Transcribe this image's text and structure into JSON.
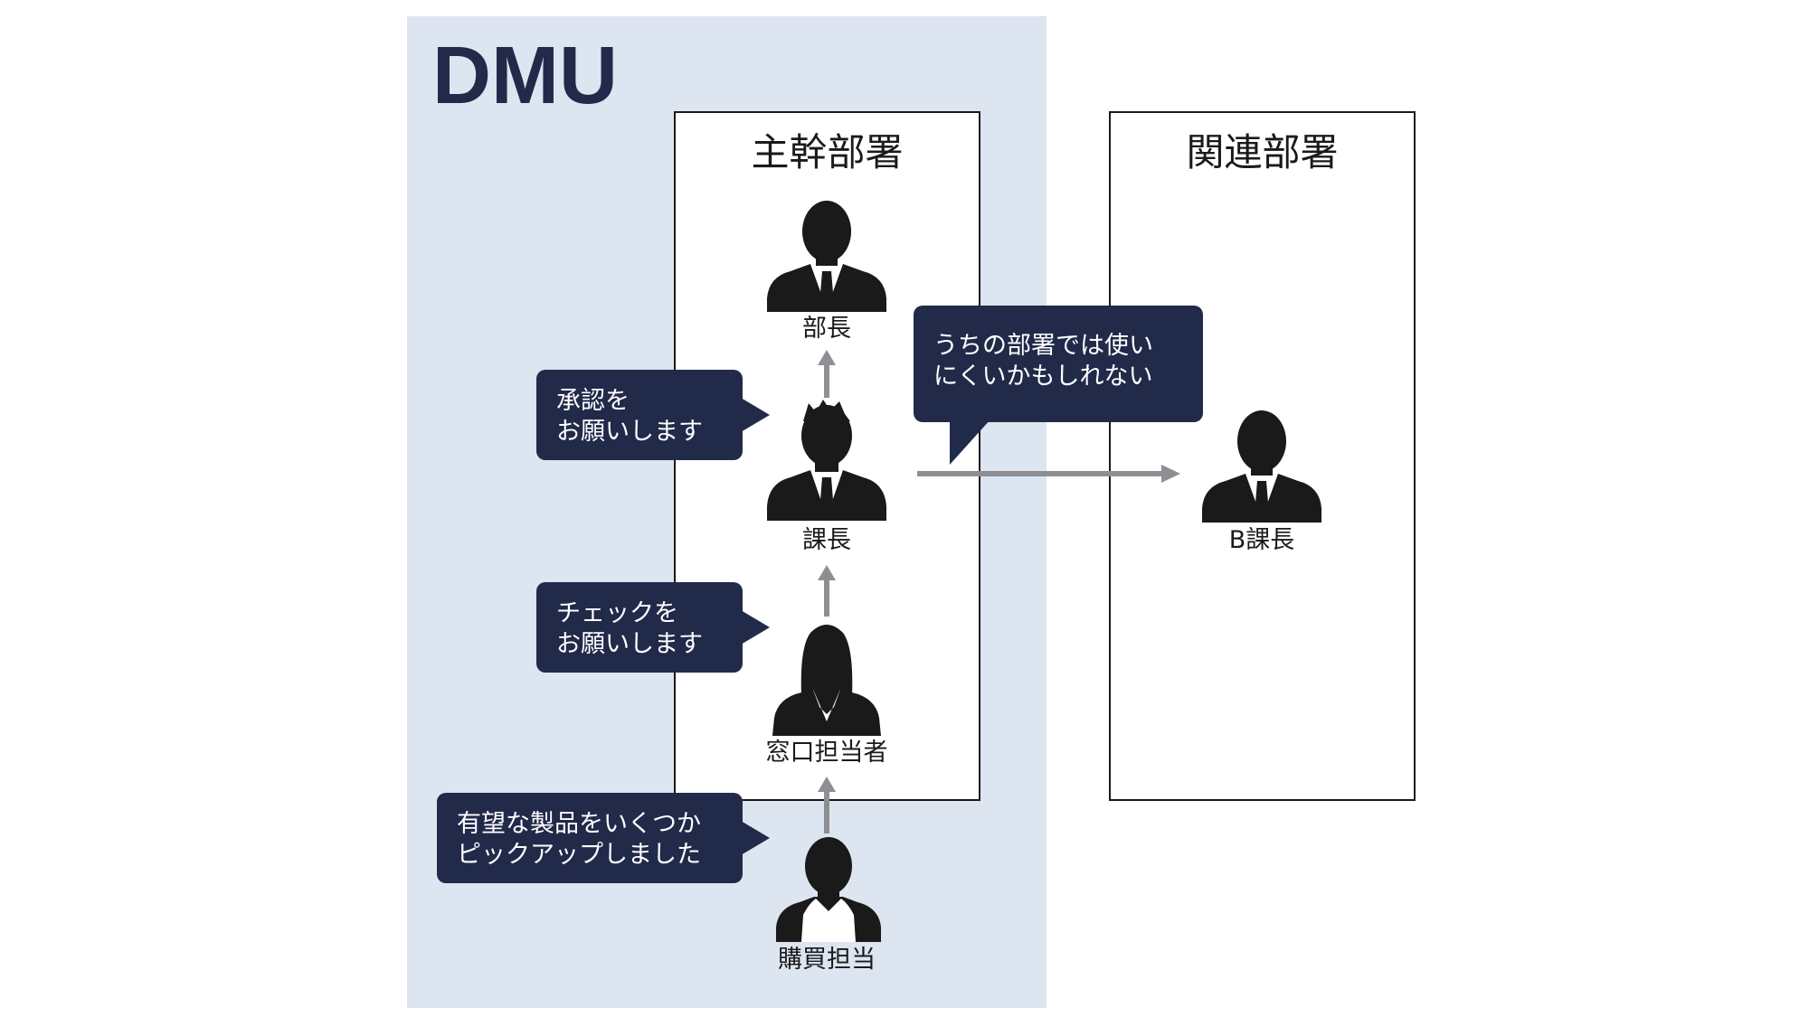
{
  "dmu": {
    "title": "DMU"
  },
  "departments": {
    "main": {
      "title": "主幹部署"
    },
    "related": {
      "title": "関連部署"
    }
  },
  "people": {
    "bucho": {
      "label": "部長",
      "icon": "businessman-icon"
    },
    "kacho": {
      "label": "課長",
      "icon": "businessman-icon"
    },
    "madoguchi": {
      "label": "窓口担当者",
      "icon": "businesswoman-icon"
    },
    "kobai": {
      "label": "購買担当",
      "icon": "person-icon"
    },
    "b_kacho": {
      "label": "B課長",
      "icon": "businessman-icon"
    }
  },
  "bubbles": {
    "approval": {
      "line1": "承認を",
      "line2": "お願いします"
    },
    "check": {
      "line1": "チェックを",
      "line2": "お願いします"
    },
    "pickup": {
      "line1": "有望な製品をいくつか",
      "line2": "ピックアップしました"
    },
    "objection": {
      "line1": "うちの部署では使い",
      "line2": "にくいかもしれない"
    }
  },
  "colors": {
    "dmu_background": "#dce5f0",
    "bubble": "#222a4a",
    "arrow": "#8e8e93",
    "silhouette": "#1a1a1a"
  }
}
